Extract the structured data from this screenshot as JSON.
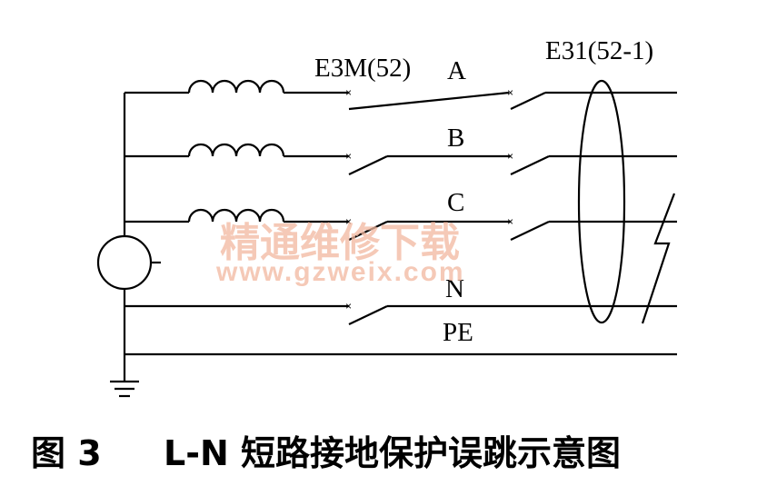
{
  "labels": {
    "breaker_main": "E3M(52)",
    "breaker_branch": "E31(52-1)",
    "phase_a": "A",
    "phase_b": "B",
    "phase_c": "C",
    "neutral": "N",
    "protective_earth": "PE"
  },
  "watermark": {
    "text": "精通维修下载",
    "url": "www.gzweix.com"
  },
  "caption": {
    "figure_no": "图 3",
    "text": "L-N 短路接地保护误跳示意图"
  }
}
